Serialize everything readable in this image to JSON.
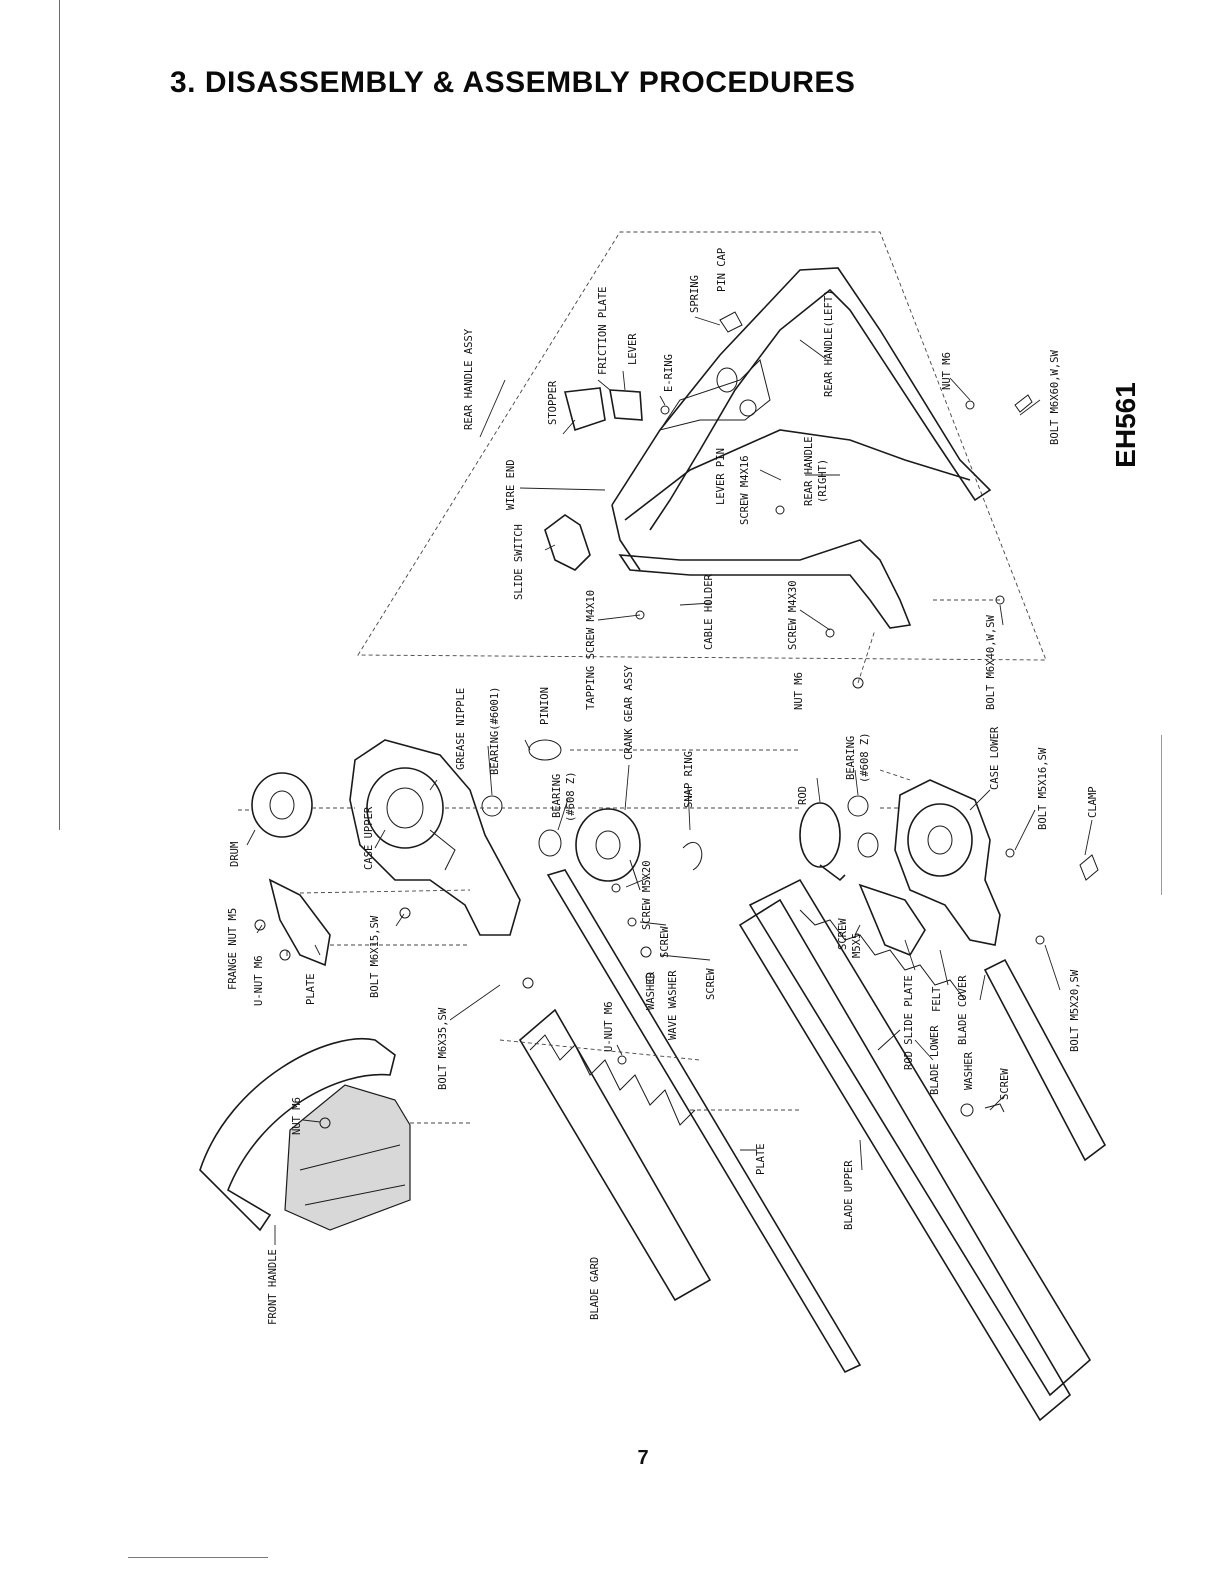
{
  "page": {
    "title": "3. DISASSEMBLY & ASSEMBLY PROCEDURES",
    "model": "EH561",
    "page_number": "7"
  },
  "diagram": {
    "labels": {
      "rear_handle_assy": "REAR HANDLE ASSY",
      "stopper": "STOPPER",
      "friction_plate": "FRICTION PLATE",
      "lever": "LEVER",
      "e_ring": "E-RING",
      "spring": "SPRING",
      "pin_cap": "PIN CAP",
      "rear_handle_left": "REAR HANDLE(LEFT)",
      "nut_m6_rear": "NUT M6",
      "bolt_m6x60": "BOLT M6X60,W,SW",
      "wire_end": "WIRE END",
      "lever_pin": "LEVER PIN",
      "screw_m4x16": "SCREW M4X16",
      "rear_handle_right_1": "REAR HANDLE",
      "rear_handle_right_2": "(RIGHT)",
      "slide_switch": "SLIDE SWITCH",
      "tapping_screw": "TAPPING SCREW M4X10",
      "cable_holder": "CABLE HOLDER",
      "screw_m4x30": "SCREW M4X30",
      "nut_m6_mid": "NUT M6",
      "bolt_m6x40": "BOLT M6X40,W,SW",
      "grease_nipple": "GREASE NIPPLE",
      "bearing_6001": "BEARING(#6001)",
      "pinion": "PINION",
      "crank_gear_assy": "CRANK GEAR ASSY",
      "bearing_608_left": "BEARING",
      "bearing_608_left_2": "(#608 Z)",
      "snap_ring": "SNAP RING",
      "rod": "ROD",
      "bearing_608_right": "BEARING",
      "bearing_608_right_2": "(#608 Z)",
      "case_lower": "CASE LOWER",
      "bolt_m5x16": "BOLT M5X16,SW",
      "clamp": "CLAMP",
      "drum": "DRUM",
      "case_upper": "CASE UPPER",
      "flange_nut": "FRANGE NUT M5",
      "u_nut_m6_left": "U-NUT M6",
      "plate_left": "PLATE",
      "bolt_m6x15": "BOLT M6X15,SW",
      "screw_m5x20": "SCREW M5X20",
      "screw_plain": "SCREW",
      "washer": "WASHER",
      "wave_washer": "WAVE WASHER",
      "screw_2": "SCREW",
      "screw_m5x5_1": "SCREW",
      "screw_m5x5_2": "M5X5",
      "rod_slide_plate": "ROD SLIDE PLATE",
      "felt": "FELT",
      "blade_cover": "BLADE COVER",
      "bolt_m5x20": "BOLT M5X20,SW",
      "bolt_m6x35": "BOLT M6X35,SW",
      "u_nut_m6_right": "U-NUT M6",
      "blade_lower": "BLADE LOWER",
      "washer_2": "WASHER",
      "screw_3": "SCREW",
      "nut_m6_front": "NUT M6",
      "plate_center": "PLATE",
      "blade_upper": "BLADE UPPER",
      "blade_gard": "BLADE GARD",
      "front_handle": "FRONT HANDLE"
    }
  }
}
